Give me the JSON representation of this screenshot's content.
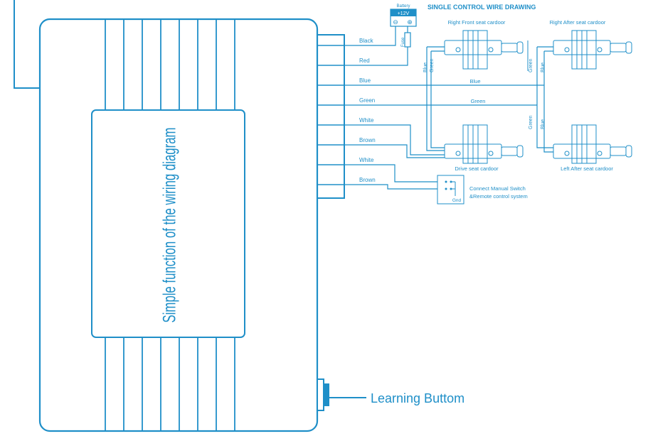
{
  "title": "SINGLE CONTROL WIRE DRAWING",
  "module_label": "Simple function of the wiring diagram",
  "learning_button_label": "Learning Buttom",
  "battery": {
    "title": "Battery",
    "voltage": "+12V",
    "minus": "⊖",
    "plus": "⊕"
  },
  "fuse_label": "Fuse",
  "wires": [
    "Black",
    "Red",
    "Blue",
    "Green",
    "White",
    "Brown",
    "White",
    "Brown"
  ],
  "actuators": {
    "right_front": "Right Front seat cardoor",
    "right_after": "Right After seat cardoor",
    "drive": "Drive seat cardoor",
    "left_after": "Left  After seat cardoor"
  },
  "vertical_labels": {
    "front_blue": "Blue",
    "front_green": "Green",
    "after_green": "Green",
    "after_blue": "Blue",
    "left_green": "Green",
    "left_blue": "Blue"
  },
  "bus_labels": {
    "blue": "Blue",
    "green": "Green"
  },
  "switch": {
    "line1": "Connect Manual Switch",
    "line2": "&Remote control system",
    "gnd": "Gnd"
  },
  "colors": {
    "line": "#1f8fc8",
    "background": "#ffffff"
  }
}
